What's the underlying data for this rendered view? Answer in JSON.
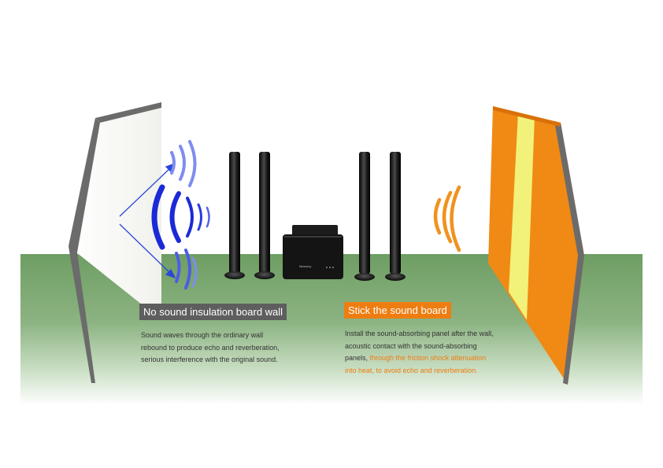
{
  "left_panel": {
    "title": "No sound insulation board wall",
    "description": "Sound waves through the ordinary wall rebound to produce echo and reverberation, serious interference with the original sound."
  },
  "right_panel": {
    "title": "Stick the sound board",
    "description_plain": "Install the sound-absorbing panel after the wall, acoustic contact with the sound-absorbing panels, ",
    "description_highlight": "through the friction shock attenuation into heat, to avoid echo and reverberation."
  },
  "device": {
    "brand_text": "Newsmy"
  },
  "colors": {
    "floor": "#6e9e63",
    "wave_blue": "#1a2ad6",
    "wave_orange": "#f0921f",
    "panel_orange": "#f08a14",
    "panel_yellow": "#f2f27a",
    "wall_edge": "#6b6b6b",
    "label_gray": "#5e5e5e",
    "label_orange": "#ee7d11"
  },
  "icons": [
    "sound-wave-icon",
    "speaker-icon",
    "subwoofer-icon",
    "arrow-icon"
  ]
}
